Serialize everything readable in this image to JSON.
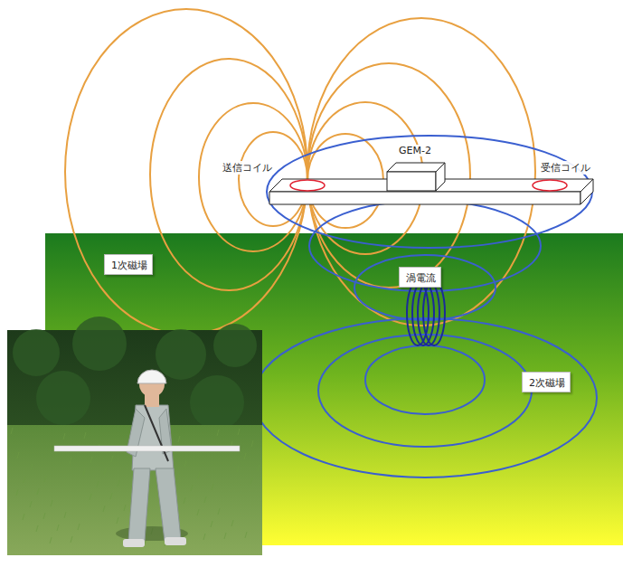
{
  "diagram": {
    "nodes": [
      {
        "text": [
          "1次磁場"
        ]
      },
      {
        "text": [
          "渦電流"
        ]
      },
      {
        "text": [
          "2次磁場"
        ]
      }
    ],
    "labels": [
      "送信コイル",
      "GEM-2",
      "受信コイル"
    ]
  }
}
